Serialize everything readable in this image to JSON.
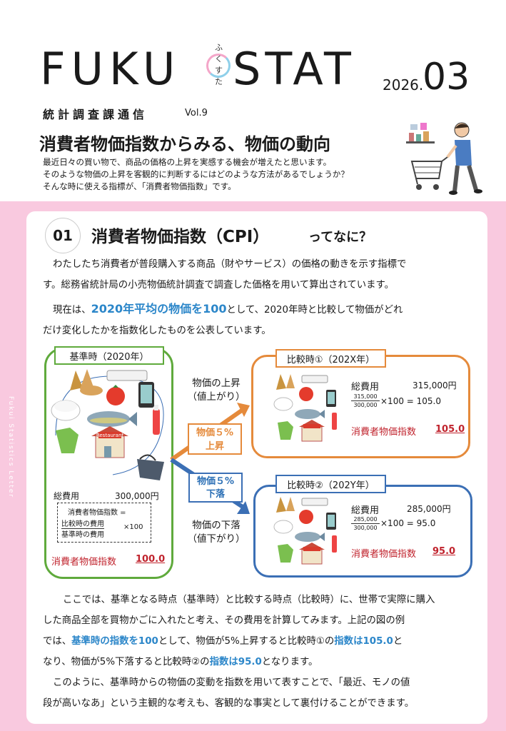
{
  "header": {
    "logo_left": "FUKU",
    "logo_kana": [
      "ふ",
      "く",
      "す",
      "た"
    ],
    "logo_right": "STAT",
    "issue_year": "2026.",
    "issue_number": "03",
    "department": "統計調査課通信",
    "volume": "Vol.9",
    "headline": "消費者物価指数からみる、物価の動向",
    "intro": [
      "最近日々の買い物で、商品の価格の上昇を実感する機会が増えたと思います。",
      "そのような物価の上昇を客観的に判断するにはどのような方法があるでしょうか？",
      "そんな時に使える指標が、「消費者物価指数」です。"
    ]
  },
  "side_label": "Fukui Statistics Letter",
  "section": {
    "number": "01",
    "title": "消費者物価指数（CPI）",
    "title_suffix": "ってなに？",
    "para1": [
      "わたしたち消費者が普段購入する商品（財やサービス）の価格の動きを示す指標で",
      "す。総務省統計局の小売物価統計調査で調査した価格を用いて算出されています。"
    ],
    "para2_prefix": "現在は、",
    "para2_highlight": "2020年平均の物価を100",
    "para2_suffix": "として、2020年時と比較して物価がどれ",
    "para2_line2": "だけ変化したかを指数化したものを公表しています。"
  },
  "diagram": {
    "base": {
      "label": "基準時（2020年）",
      "total_label": "総費用",
      "total_value": "300,000円",
      "formula_line1": "消費者物価指数 =",
      "formula_num": "比較時の費用",
      "formula_den": "基準時の費用",
      "formula_mult": "×100",
      "index_label": "消費者物価指数",
      "index_value": "100.0"
    },
    "up": {
      "text_line1": "物価の上昇",
      "text_line2": "（値上がり）",
      "badge_line1": "物価５%",
      "badge_line2": "上昇"
    },
    "down": {
      "text_line1": "物価の下落",
      "text_line2": "（値下がり）",
      "badge_line1": "物価５%",
      "badge_line2": "下落"
    },
    "cmp1": {
      "label": "比較時①（202X年）",
      "total_label": "総費用",
      "total_value": "315,000円",
      "frac_num": "315,000",
      "frac_den": "300,000",
      "formula_rest": "×100 = 105.0",
      "index_label": "消費者物価指数",
      "index_value": "105.0"
    },
    "cmp2": {
      "label": "比較時②（202Y年）",
      "total_label": "総費用",
      "total_value": "285,000円",
      "frac_num": "285,000",
      "frac_den": "300,000",
      "formula_rest": "×100 = 95.0",
      "index_label": "消費者物価指数",
      "index_value": "95.0"
    },
    "store_sign": "Restaurant"
  },
  "closing": {
    "p1_l1": "ここでは、基準となる時点（基準時）と比較する時点（比較時）に、世帯で実際に購入",
    "p1_l2": "した商品全部を買物かごに入れたと考え、その費用を計算してみます。上記の図の例",
    "p1_l3_a": "では、",
    "p1_l3_hl": "基準時の指数を100",
    "p1_l3_b": "として、物価が5%上昇すると比較時①の",
    "p1_l3_hl2": "指数は105.0",
    "p1_l3_c": "と",
    "p1_l4_a": "なり、物価が5%下落すると比較時②の",
    "p1_l4_hl": "指数は95.0",
    "p1_l4_b": "となります。",
    "p2_l1": "このように、基準時からの物価の変動を指数を用いて表すことで、「最近、モノの値",
    "p2_l2": "段が高いなあ」という主観的な考えも、客観的な事実として裏付けることができます。"
  },
  "colors": {
    "pink_bg": "#f9c9df",
    "accent_blue": "#2b86c9",
    "base_green": "#5faa3c",
    "cmp1_orange": "#e58a3b",
    "cmp2_blue": "#3b6fb5",
    "index_red": "#c0232d"
  }
}
